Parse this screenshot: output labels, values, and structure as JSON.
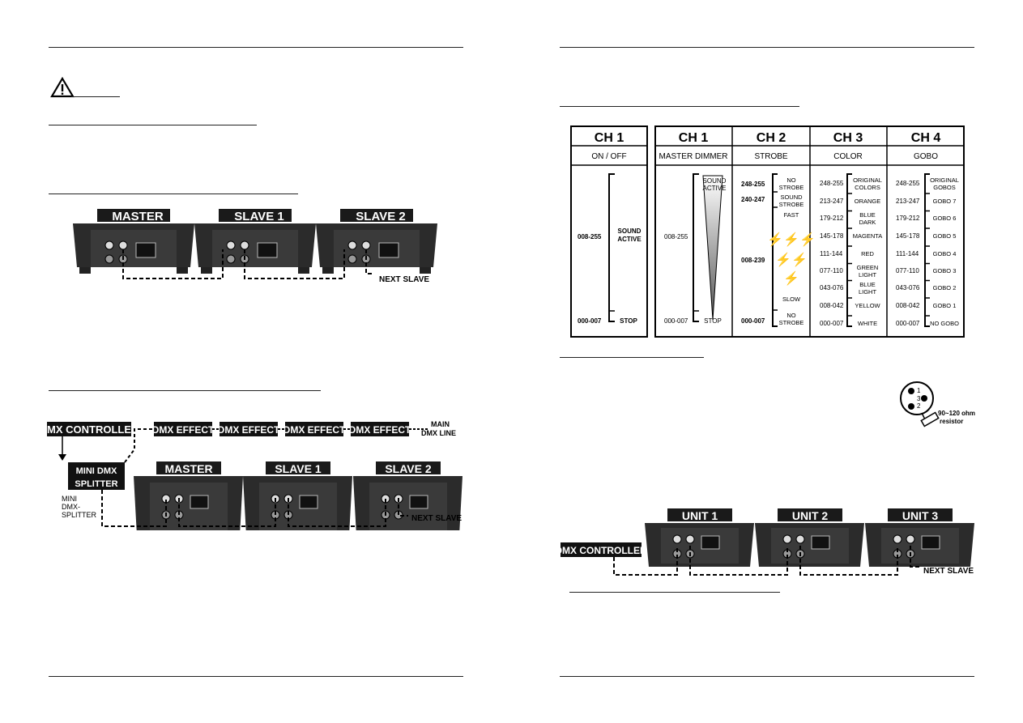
{
  "left_page": {
    "diagram_a": {
      "units": [
        "MASTER",
        "SLAVE 1",
        "SLAVE 2"
      ],
      "next_label": "NEXT SLAVE"
    },
    "diagram_b": {
      "controller": "DMX CONTROLLER",
      "effects": [
        "DMX EFFECT",
        "DMX EFFECT",
        "DMX EFFECT",
        "DMX EFFECT"
      ],
      "main_line": [
        "MAIN",
        "DMX LINE"
      ],
      "splitter_box": [
        "MINI DMX",
        "SPLITTER"
      ],
      "splitter_label": [
        "MINI",
        "DMX-",
        "SPLITTER"
      ],
      "units": [
        "MASTER",
        "SLAVE 1",
        "SLAVE 2"
      ],
      "next_label": "NEXT SLAVE"
    }
  },
  "right_page": {
    "standalone_table": {
      "header": "CH 1",
      "sub": "ON / OFF",
      "rows": [
        {
          "range": "008-255",
          "label": [
            "SOUND",
            "ACTIVE"
          ]
        },
        {
          "range": "000-007",
          "label": [
            "STOP"
          ]
        }
      ]
    },
    "dmx_table": {
      "headers": [
        "CH 1",
        "CH 2",
        "CH 3",
        "CH 4"
      ],
      "subs": [
        "MASTER DIMMER",
        "STROBE",
        "COLOR",
        "GOBO"
      ],
      "ch1": {
        "ranges": [
          "008-255",
          "000-007"
        ],
        "labels": [
          "SOUND",
          "ACTIVE",
          "STOP"
        ]
      },
      "ch2": {
        "ranges": [
          "248-255",
          "240-247",
          "008-239",
          "000-007"
        ],
        "labels": [
          "NO",
          "STROBE",
          "SOUND",
          "STROBE",
          "FAST",
          "SLOW",
          "NO",
          "STROBE"
        ]
      },
      "ch3": [
        {
          "range": "248-255",
          "label": [
            "ORIGINAL",
            "COLORS"
          ]
        },
        {
          "range": "213-247",
          "label": [
            "ORANGE"
          ]
        },
        {
          "range": "179-212",
          "label": [
            "BLUE",
            "DARK"
          ]
        },
        {
          "range": "145-178",
          "label": [
            "MAGENTA"
          ]
        },
        {
          "range": "111-144",
          "label": [
            "RED"
          ]
        },
        {
          "range": "077-110",
          "label": [
            "GREEN",
            "LIGHT"
          ]
        },
        {
          "range": "043-076",
          "label": [
            "BLUE",
            "LIGHT"
          ]
        },
        {
          "range": "008-042",
          "label": [
            "YELLOW"
          ]
        },
        {
          "range": "000-007",
          "label": [
            "WHITE"
          ]
        }
      ],
      "ch4": [
        {
          "range": "248-255",
          "label": [
            "ORIGINAL",
            "GOBOS"
          ]
        },
        {
          "range": "213-247",
          "label": [
            "GOBO 7"
          ]
        },
        {
          "range": "179-212",
          "label": [
            "GOBO 6"
          ]
        },
        {
          "range": "145-178",
          "label": [
            "GOBO 5"
          ]
        },
        {
          "range": "111-144",
          "label": [
            "GOBO 4"
          ]
        },
        {
          "range": "077-110",
          "label": [
            "GOBO 3"
          ]
        },
        {
          "range": "043-076",
          "label": [
            "GOBO 2"
          ]
        },
        {
          "range": "008-042",
          "label": [
            "GOBO 1"
          ]
        },
        {
          "range": "000-007",
          "label": [
            "NO GOBO"
          ]
        }
      ]
    },
    "xlr": {
      "pins": [
        "1",
        "3",
        "2"
      ],
      "resistor": [
        "90~120 ohm",
        "resistor"
      ]
    },
    "diagram_c": {
      "controller": "DMX CONTROLLER",
      "units": [
        "UNIT 1",
        "UNIT 2",
        "UNIT 3"
      ],
      "next_label": "NEXT SLAVE"
    }
  }
}
